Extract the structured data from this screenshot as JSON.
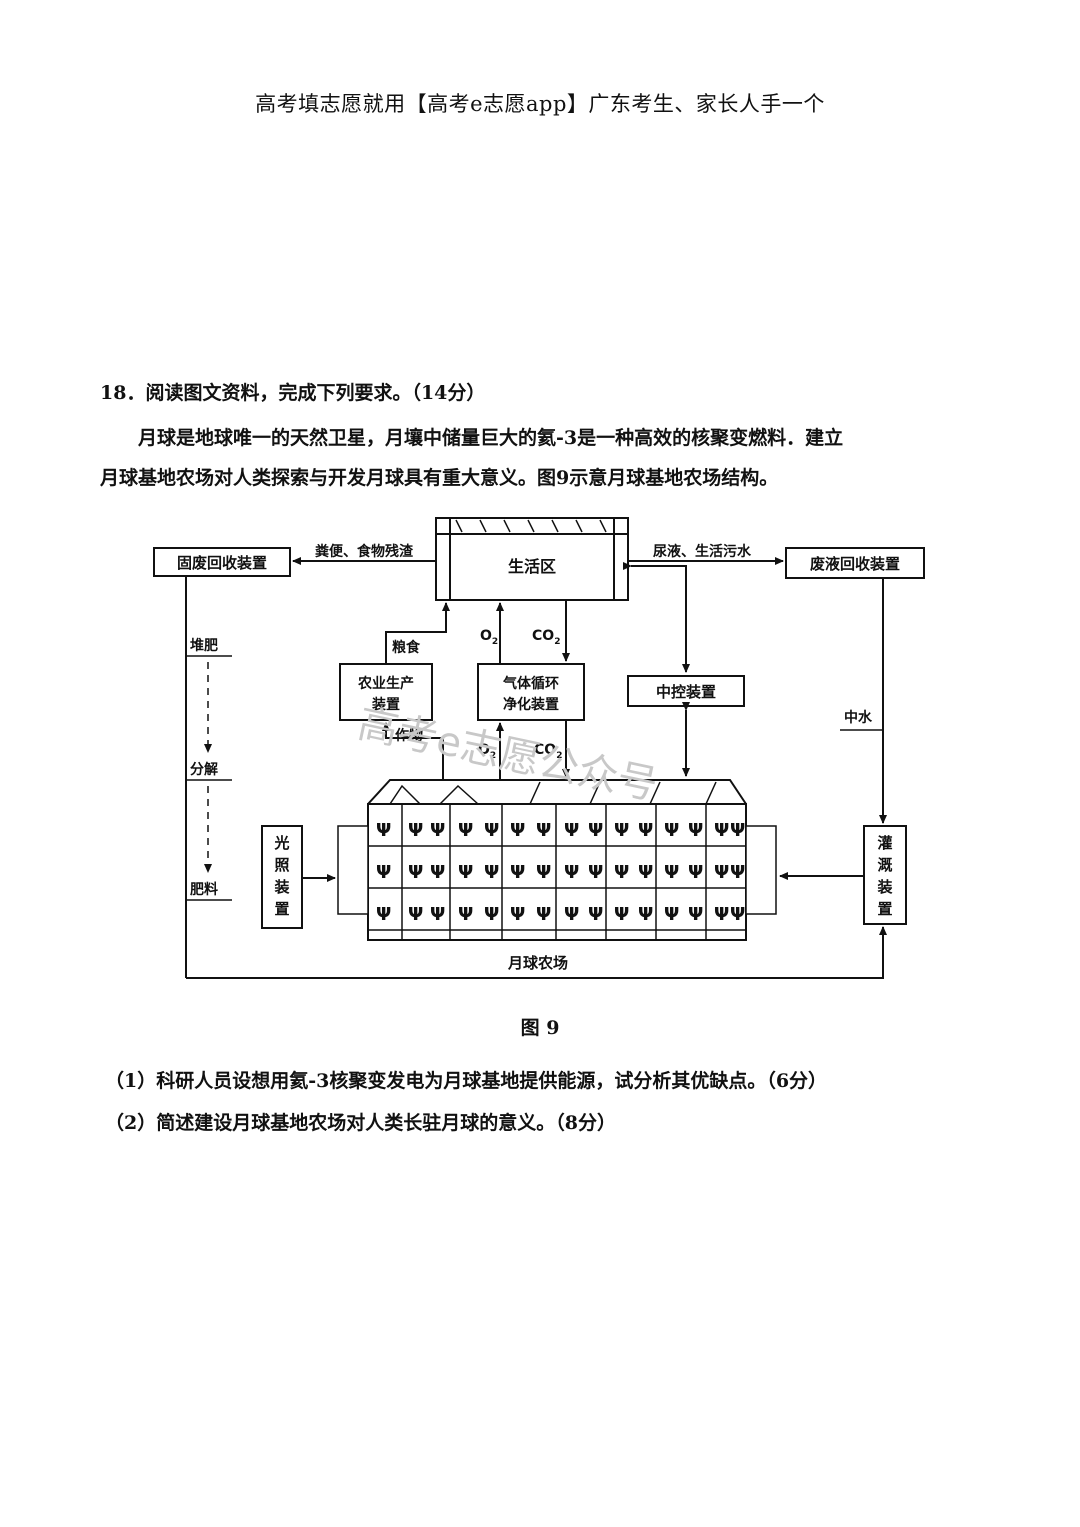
{
  "header": "高考填志愿就用【高考e志愿app】广东考生、家长人手一个",
  "question": {
    "title": "18．阅读图文资料，完成下列要求。（14分）",
    "para_line1": "月球是地球唯一的天然卫星，月壤中储量巨大的氦-3是一种高效的核聚变燃料．建立",
    "para_line2": "月球基地农场对人类探索与开发月球具有重大意义。图9示意月球基地农场结构。"
  },
  "figure": {
    "caption": "图 9",
    "boxes": {
      "living_area": "生活区",
      "solid_waste": "固废回收装置",
      "liquid_waste": "废液回收装置",
      "agri_line1": "农业生产",
      "agri_line2": "装置",
      "gas_line1": "气体循环",
      "gas_line2": "净化装置",
      "control": "中控装置",
      "light": [
        "光",
        "照",
        "装",
        "置"
      ],
      "irrigation": [
        "灌",
        "溉",
        "装",
        "置"
      ],
      "farm": "月球农场"
    },
    "labels": {
      "feces_food": "粪便、食物残渣",
      "urine_sewage": "尿液、生活污水",
      "grain": "粮食",
      "crops": "作物",
      "o2": "O",
      "co2": "CO",
      "sub2": "2",
      "compost": "堆肥",
      "decompose": "分解",
      "fertilizer": "肥料",
      "greywater": "中水"
    },
    "watermark": "高考e志愿公众号"
  },
  "sub_questions": [
    "（1）科研人员设想用氦-3核聚变发电为月球基地提供能源，试分析其优缺点。（6分）",
    "（2）简述建设月球基地农场对人类长驻月球的意义。（8分）"
  ]
}
